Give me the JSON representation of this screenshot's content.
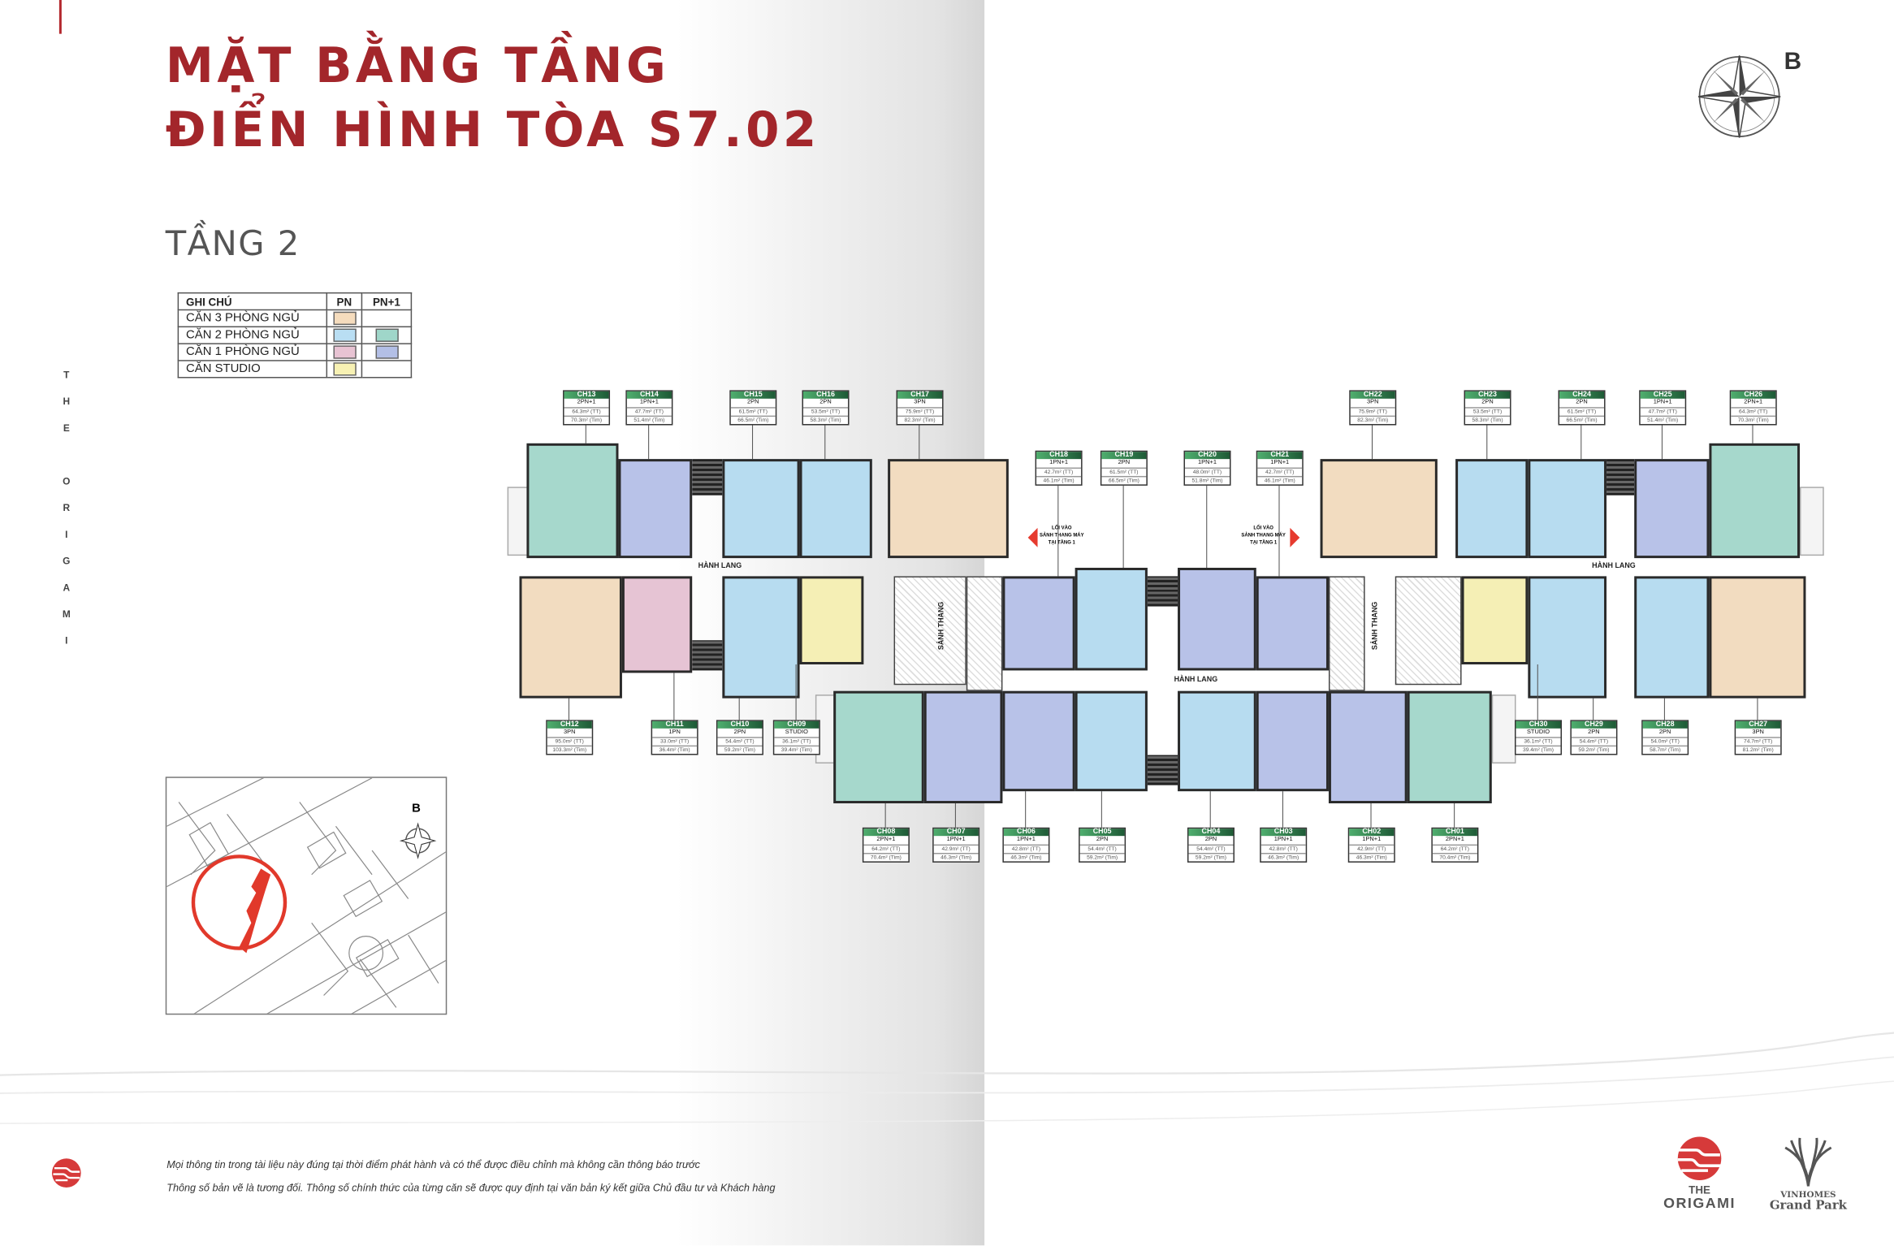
{
  "header": {
    "title_line1": "MẶT BẰNG TẦNG",
    "title_line2": "ĐIỂN HÌNH TÒA S7.02",
    "floor": "TẦNG 2",
    "side_text": "THE ORIGAMI",
    "compass_label": "B"
  },
  "legend": {
    "headers": [
      "GHI CHÚ",
      "PN",
      "PN+1"
    ],
    "rows": [
      {
        "label": "CĂN 3 PHÒNG NGỦ",
        "pn": "#f5dcbd",
        "pn1": null
      },
      {
        "label": "CĂN 2 PHÒNG NGỦ",
        "pn": "#b9def3",
        "pn1": "#9fd6c9"
      },
      {
        "label": "CĂN 1 PHÒNG NGỦ",
        "pn": "#e8c3d3",
        "pn1": "#b3bfe6"
      },
      {
        "label": "CĂN STUDIO",
        "pn": "#f7f1b3",
        "pn1": null
      }
    ]
  },
  "colors": {
    "3PN": "#f2dcc0",
    "2PN": "#b7dcf0",
    "2PN+1": "#a6d8cc",
    "1PN": "#e6c4d4",
    "1PN+1": "#b8c2e8",
    "STUDIO": "#f5efb5",
    "accent": "#a3262b"
  },
  "plan": {
    "corridor_label": "HÀNH LANG",
    "lobby_label": "SẢNH THANG",
    "entry_label": [
      "LỐI VÀO",
      "SẢNH THANG MÁY",
      "TẠI TẦNG 1"
    ],
    "units": [
      {
        "id": "CH13",
        "type": "2PN+1",
        "tt": "64.3m² (TT)",
        "tim": "70.3m² (Tim)"
      },
      {
        "id": "CH14",
        "type": "1PN+1",
        "tt": "47.7m² (TT)",
        "tim": "51.4m² (Tim)"
      },
      {
        "id": "CH15",
        "type": "2PN",
        "tt": "61.5m² (TT)",
        "tim": "66.5m² (Tim)"
      },
      {
        "id": "CH16",
        "type": "2PN",
        "tt": "53.5m² (TT)",
        "tim": "58.3m² (Tim)"
      },
      {
        "id": "CH17",
        "type": "3PN",
        "tt": "75.9m² (TT)",
        "tim": "82.3m² (Tim)"
      },
      {
        "id": "CH18",
        "type": "1PN+1",
        "tt": "42.7m² (TT)",
        "tim": "46.1m² (Tim)"
      },
      {
        "id": "CH19",
        "type": "2PN",
        "tt": "61.5m² (TT)",
        "tim": "66.5m² (Tim)"
      },
      {
        "id": "CH20",
        "type": "1PN+1",
        "tt": "48.0m² (TT)",
        "tim": "51.8m² (Tim)"
      },
      {
        "id": "CH21",
        "type": "1PN+1",
        "tt": "42.7m² (TT)",
        "tim": "46.1m² (Tim)"
      },
      {
        "id": "CH22",
        "type": "3PN",
        "tt": "75.9m² (TT)",
        "tim": "82.3m² (Tim)"
      },
      {
        "id": "CH23",
        "type": "2PN",
        "tt": "53.5m² (TT)",
        "tim": "58.3m² (Tim)"
      },
      {
        "id": "CH24",
        "type": "2PN",
        "tt": "61.5m² (TT)",
        "tim": "66.5m² (Tim)"
      },
      {
        "id": "CH25",
        "type": "1PN+1",
        "tt": "47.7m² (TT)",
        "tim": "51.4m² (Tim)"
      },
      {
        "id": "CH26",
        "type": "2PN+1",
        "tt": "64.3m² (TT)",
        "tim": "70.3m² (Tim)"
      },
      {
        "id": "CH12",
        "type": "3PN",
        "tt": "95.0m² (TT)",
        "tim": "103.3m² (Tim)"
      },
      {
        "id": "CH11",
        "type": "1PN",
        "tt": "33.0m² (TT)",
        "tim": "36.4m² (Tim)"
      },
      {
        "id": "CH10",
        "type": "2PN",
        "tt": "54.4m² (TT)",
        "tim": "59.2m² (Tim)"
      },
      {
        "id": "CH09",
        "type": "STUDIO",
        "tt": "36.1m² (TT)",
        "tim": "39.4m² (Tim)"
      },
      {
        "id": "CH30",
        "type": "STUDIO",
        "tt": "36.1m² (TT)",
        "tim": "39.4m² (Tim)"
      },
      {
        "id": "CH29",
        "type": "2PN",
        "tt": "54.4m² (TT)",
        "tim": "59.2m² (Tim)"
      },
      {
        "id": "CH28",
        "type": "2PN",
        "tt": "54.0m² (TT)",
        "tim": "58.7m² (Tim)"
      },
      {
        "id": "CH27",
        "type": "3PN",
        "tt": "74.7m² (TT)",
        "tim": "81.2m² (Tim)"
      },
      {
        "id": "CH08",
        "type": "2PN+1",
        "tt": "64.2m² (TT)",
        "tim": "70.4m² (Tim)"
      },
      {
        "id": "CH07",
        "type": "1PN+1",
        "tt": "42.9m² (TT)",
        "tim": "46.3m² (Tim)"
      },
      {
        "id": "CH06",
        "type": "1PN+1",
        "tt": "42.8m² (TT)",
        "tim": "46.3m² (Tim)"
      },
      {
        "id": "CH05",
        "type": "2PN",
        "tt": "54.4m² (TT)",
        "tim": "59.2m² (Tim)"
      },
      {
        "id": "CH04",
        "type": "2PN",
        "tt": "54.4m² (TT)",
        "tim": "59.2m² (Tim)"
      },
      {
        "id": "CH03",
        "type": "1PN+1",
        "tt": "42.8m² (TT)",
        "tim": "46.3m² (Tim)"
      },
      {
        "id": "CH02",
        "type": "1PN+1",
        "tt": "42.9m² (TT)",
        "tim": "46.3m² (Tim)"
      },
      {
        "id": "CH01",
        "type": "2PN+1",
        "tt": "64.2m² (TT)",
        "tim": "70.4m² (Tim)"
      }
    ]
  },
  "minimap": {
    "compass_label": "B"
  },
  "footer": {
    "note1": "Mọi thông tin trong tài liệu này đúng tại thời điểm phát hành và có thể được điều chỉnh mà không cần thông báo trước",
    "note2": "Thông số bản vẽ là tương đối. Thông số chính thức của từng căn sẽ được quy định tại văn bản ký kết giữa Chủ đầu tư và Khách hàng"
  },
  "logos": {
    "origami_line1": "THE",
    "origami_line2": "ORIGAMI",
    "vinhomes_line1": "VINHOMES",
    "vinhomes_line2": "Grand Park"
  }
}
